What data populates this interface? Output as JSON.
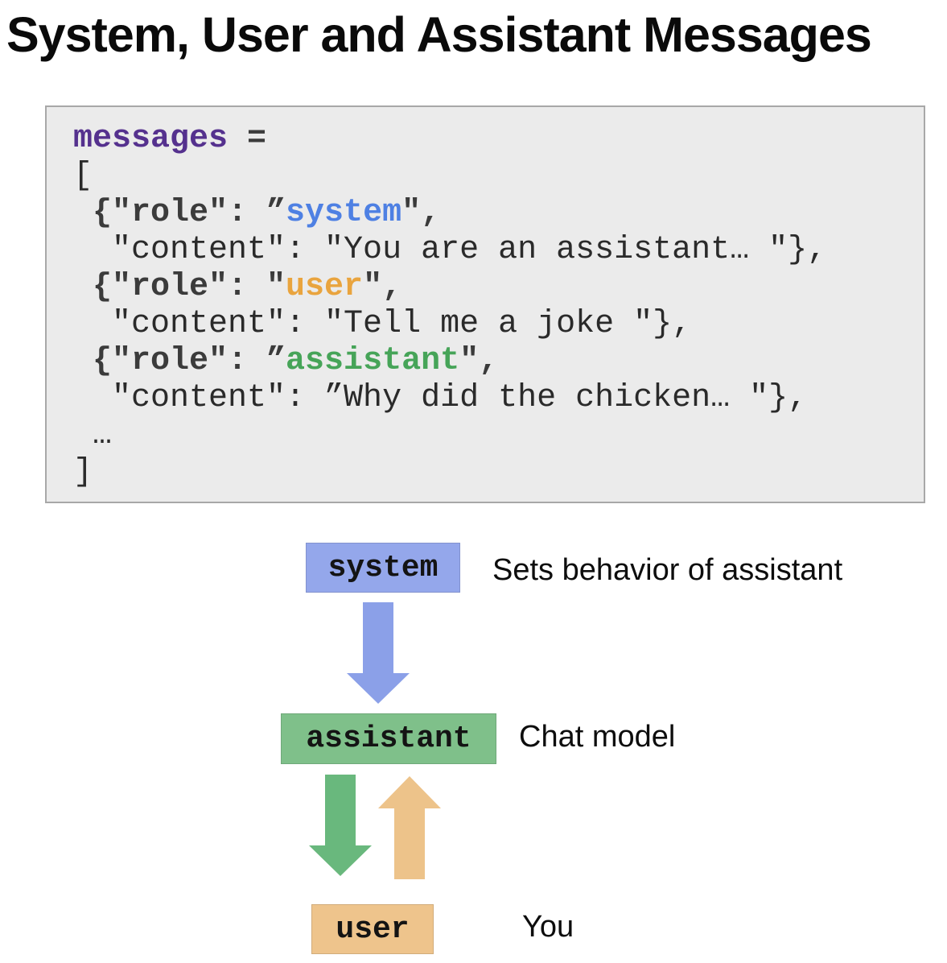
{
  "title": "System, User and Assistant Messages",
  "colors": {
    "title": "#0a0a0a",
    "purple": "#55318e",
    "role": "#3b3b3b",
    "plain": "#2a2a2a",
    "blue": "#4e80e3",
    "orange": "#e9a43e",
    "green": "#46a458",
    "code-bg": "#ebebeb",
    "code-border": "#a8a8a8",
    "box-blue": "#94a7eb",
    "arrow-blue": "#8ba0e8",
    "box-green": "#7fc08a",
    "arrow-green": "#69b87d",
    "box-orange": "#eec48c",
    "arrow-orange": "#edc38a"
  },
  "code": {
    "lines": [
      [
        {
          "t": "messages",
          "c": "kw"
        },
        {
          "t": " =",
          "c": "b"
        }
      ],
      [
        {
          "t": "[",
          "c": "p"
        }
      ],
      [
        {
          "t": " {\"role\": ”",
          "c": "b"
        },
        {
          "t": "system",
          "c": "sys"
        },
        {
          "t": "\",",
          "c": "b"
        }
      ],
      [
        {
          "t": "  \"content\": \"You are an assistant… \"},",
          "c": "p"
        }
      ],
      [
        {
          "t": " {\"role\": \"",
          "c": "b"
        },
        {
          "t": "user",
          "c": "usr"
        },
        {
          "t": "\",",
          "c": "b"
        }
      ],
      [
        {
          "t": "  \"content\": \"Tell me a joke \"},",
          "c": "p"
        }
      ],
      [
        {
          "t": " {\"role\": ”",
          "c": "b"
        },
        {
          "t": "assistant",
          "c": "ast"
        },
        {
          "t": "\",",
          "c": "b"
        }
      ],
      [
        {
          "t": "  \"content\": ”Why did the chicken… \"},",
          "c": "p"
        }
      ],
      [
        {
          "t": " …",
          "c": "p"
        }
      ],
      [
        {
          "t": "]",
          "c": "p"
        }
      ]
    ]
  },
  "diagram": {
    "nodes": [
      {
        "id": "system",
        "label": "system",
        "description": "Sets behavior of assistant"
      },
      {
        "id": "assistant",
        "label": "assistant",
        "description": "Chat model"
      },
      {
        "id": "user",
        "label": "user",
        "description": "You"
      }
    ],
    "arrows": [
      {
        "from": "system",
        "to": "assistant",
        "color": "blue",
        "direction": "down"
      },
      {
        "from": "assistant",
        "to": "user",
        "color": "green",
        "direction": "down"
      },
      {
        "from": "user",
        "to": "assistant",
        "color": "orange",
        "direction": "up"
      }
    ]
  }
}
